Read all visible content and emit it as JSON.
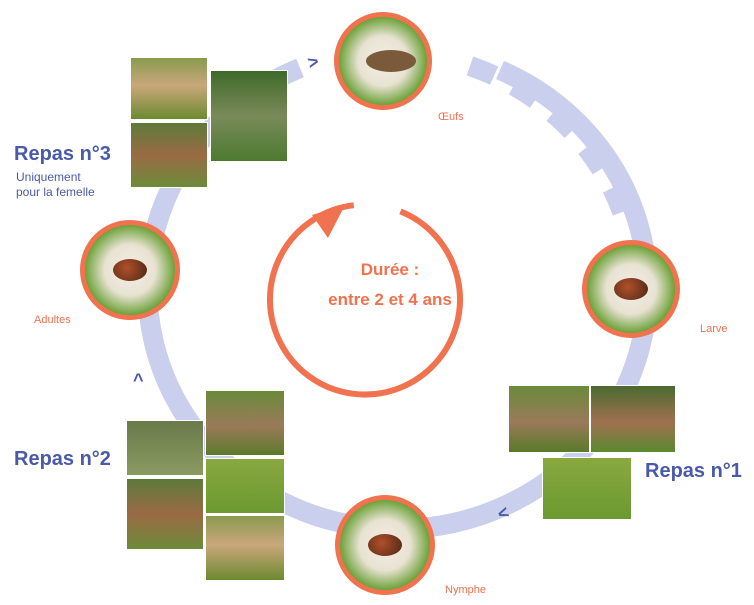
{
  "center": {
    "line1": "Durée :",
    "line2": "entre 2 et 4 ans"
  },
  "stages": {
    "eggs": "Œufs",
    "larva": "Larve",
    "nymph": "Nymphe",
    "adults": "Adultes"
  },
  "meals": {
    "meal1": {
      "title": "Repas n°1"
    },
    "meal2": {
      "title": "Repas n°2"
    },
    "meal3": {
      "title": "Repas n°3",
      "note_line1": "Uniquement",
      "note_line2": "pour la femelle"
    }
  },
  "colors": {
    "accent": "#f0724f",
    "blue": "#4a5aa8",
    "ring": "#c9cfec"
  }
}
